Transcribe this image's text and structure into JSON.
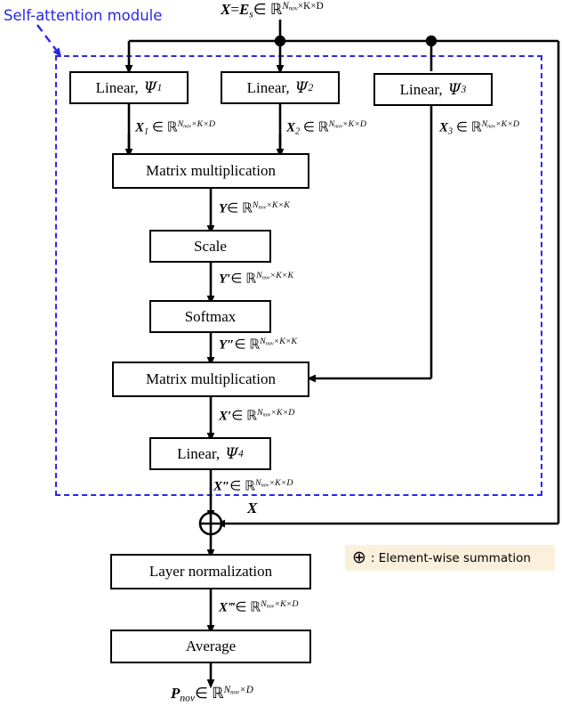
{
  "diagram": {
    "title": "Self-attention module block diagram",
    "module_label": "Self-attention module",
    "accent_color": "#2a27e8",
    "legend": {
      "symbol": "oplus-icon",
      "symbol_glyph": "⊕",
      "text": ": Element-wise summation",
      "background": "#faf0dc"
    },
    "nodes": [
      {
        "id": "linear1",
        "label": "Linear,",
        "sym": "Ψ",
        "sub": "1"
      },
      {
        "id": "linear2",
        "label": "Linear,",
        "sym": "Ψ",
        "sub": "2"
      },
      {
        "id": "linear3",
        "label": "Linear,",
        "sym": "Ψ",
        "sub": "3"
      },
      {
        "id": "matmul1",
        "label": "Matrix multiplication"
      },
      {
        "id": "scale",
        "label": "Scale"
      },
      {
        "id": "softmax",
        "label": "Softmax"
      },
      {
        "id": "matmul2",
        "label": "Matrix multiplication"
      },
      {
        "id": "linear4",
        "label": "Linear,",
        "sym": "Ψ",
        "sub": "4"
      },
      {
        "id": "layernorm",
        "label": "Layer normalization"
      },
      {
        "id": "average",
        "label": "Average"
      }
    ],
    "tensor_labels": {
      "input": {
        "var": "X",
        "eq": "=",
        "var2": "E",
        "var2sub": "s",
        "in": "∈",
        "space": "ℝ",
        "dims": "N",
        "dimsub": "nov",
        "dimrest": "×K×D"
      },
      "x1": {
        "var": "X",
        "sub": "1",
        "in": "∈",
        "space": "ℝ",
        "dimsub": "nov",
        "dimrest": "×K×D"
      },
      "x2": {
        "var": "X",
        "sub": "2",
        "in": "∈",
        "space": "ℝ",
        "dimsub": "nov",
        "dimrest": "×K×D"
      },
      "x3": {
        "var": "X",
        "sub": "3",
        "in": "∈",
        "space": "ℝ",
        "dimsub": "nov",
        "dimrest": "×K×D"
      },
      "y": {
        "var": "Y",
        "sub": "",
        "in": "∈",
        "space": "ℝ",
        "dimsub": "nov",
        "dimrest": "×K×K"
      },
      "yp": {
        "var": "Y′",
        "sub": "",
        "in": "∈",
        "space": "ℝ",
        "dimsub": "nov",
        "dimrest": "×K×K"
      },
      "ypp": {
        "var": "Y″",
        "sub": "",
        "in": "∈",
        "space": "ℝ",
        "dimsub": "nov",
        "dimrest": "×K×K"
      },
      "xp": {
        "var": "X′",
        "sub": "",
        "in": "∈",
        "space": "ℝ",
        "dimsub": "nov",
        "dimrest": "×K×D"
      },
      "xpp": {
        "var": "X″",
        "sub": "",
        "in": "∈",
        "space": "ℝ",
        "dimsub": "nov",
        "dimrest": "×K×D"
      },
      "xppp": {
        "var": "X‴",
        "sub": "",
        "in": "∈",
        "space": "ℝ",
        "dimsub": "nov",
        "dimrest": "×K×D"
      },
      "skip": {
        "var": "X"
      },
      "output": {
        "var": "P",
        "sub": "nov",
        "in": "∈",
        "space": "ℝ",
        "dimsub": "nov",
        "dimrest": "×D"
      }
    },
    "text": {
      "input_full": "X=E",
      "linear_word": "Linear,",
      "matmul_word": "Matrix multiplication",
      "scale_word": "Scale",
      "softmax_word": "Softmax",
      "layernorm_word": "Layer normalization",
      "average_word": "Average",
      "psi": "Ψ",
      "oplus": "⊕",
      "in_sym": "∈",
      "reals": "ℝ",
      "times": "×"
    }
  }
}
